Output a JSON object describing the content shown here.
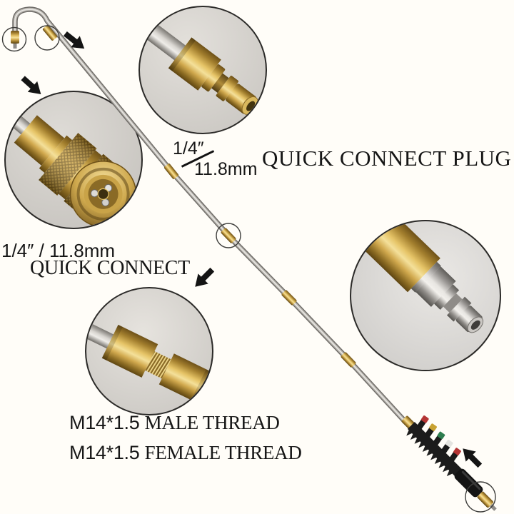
{
  "labels": {
    "plug": {
      "fraction_top": "1/4″",
      "fraction_bottom": "11.8mm",
      "title": "QUICK CONNECT PLUG"
    },
    "connect": {
      "size": "1/4″ / 11.8mm",
      "title": "QUICK CONNECT"
    },
    "male_thread": {
      "spec": "M14*1.5",
      "label": "MALE THREAD"
    },
    "female_thread": {
      "spec": "M14*1.5",
      "label": "FEMALE THREAD"
    }
  },
  "colors": {
    "background": "#fffdf8",
    "text": "#161616",
    "arrow": "#141414",
    "brass": "#c89a45",
    "steel": "#b5b2ac",
    "callout_background": "#d4d1cc"
  },
  "nozzle_tip_colors": [
    "#b43434",
    "#c8a232",
    "#2e7d4f",
    "#e4e4e0",
    "#b43434"
  ],
  "callouts": [
    {
      "name": "quick-connect-plug-brass"
    },
    {
      "name": "quick-connect-coupler"
    },
    {
      "name": "m14-thread-connection"
    },
    {
      "name": "quick-connect-plug-steel"
    }
  ]
}
